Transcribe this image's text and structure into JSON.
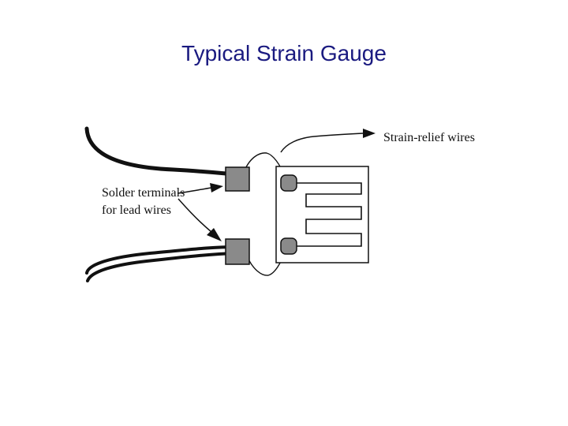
{
  "slide": {
    "title": "Typical Strain Gauge"
  },
  "diagram": {
    "labels": {
      "strain_relief": "Strain-relief wires",
      "solder_line1": "Solder terminals",
      "solder_line2": "for lead wires"
    },
    "colors": {
      "title": "#1a1a80",
      "terminal_fill": "#8a8a8a",
      "line": "#111111"
    }
  }
}
